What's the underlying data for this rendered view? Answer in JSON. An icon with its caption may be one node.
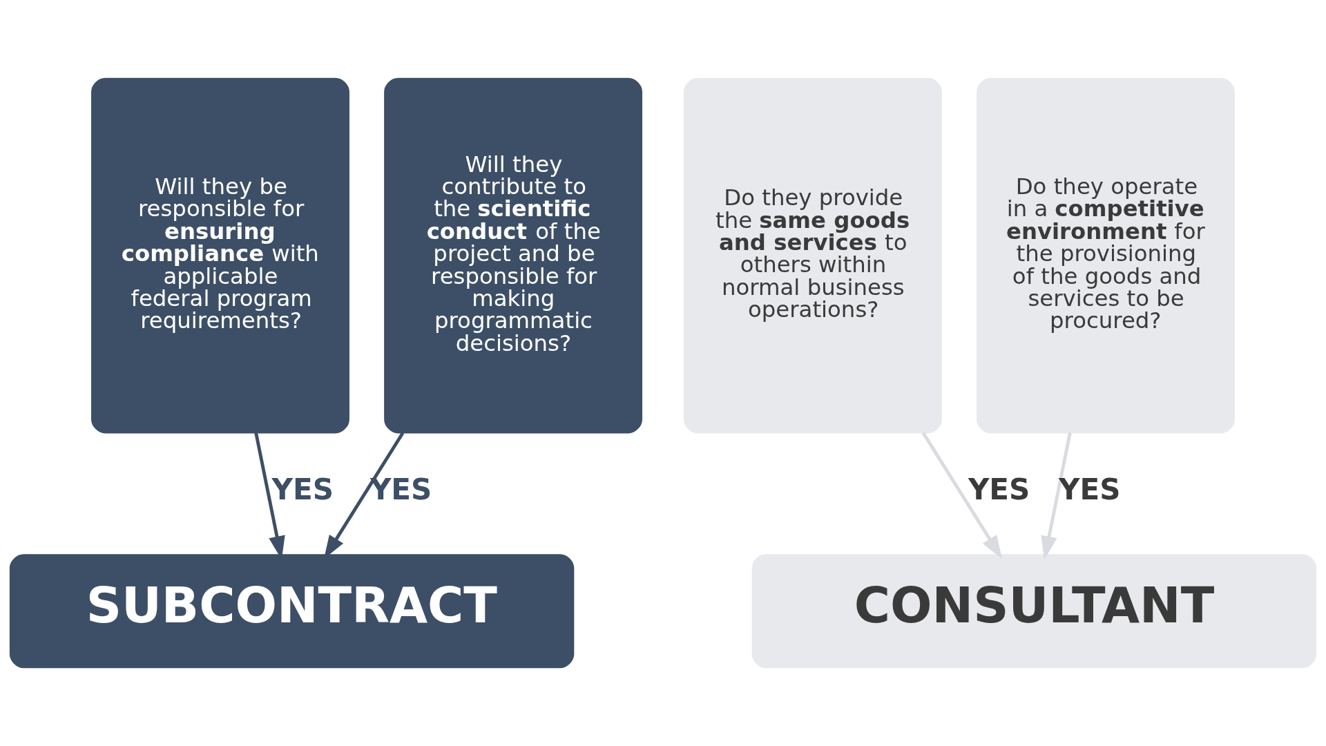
{
  "diagram": {
    "nodes": [
      {
        "text": [
          "Will they be responsible for **ensuring compliance** with applicable federal program requirements?"
        ]
      },
      {
        "text": [
          "Will they contribute to the **scientific conduct** of the project and be responsible for making programmatic decisions?"
        ]
      },
      {
        "text": [
          "Do they provide the **same goods and services** to others within normal business operations?"
        ]
      },
      {
        "text": [
          "Do they operate in a **competitive environment** for the provisioning of the goods and services to be procured?"
        ]
      },
      {
        "text": [
          "SUBCONTRACT"
        ]
      },
      {
        "text": [
          "CONSULTANT"
        ]
      }
    ],
    "edges": [
      {
        "from": 0,
        "to": 4,
        "arrow": "to",
        "label": "YES",
        "color": "#3d4f66"
      },
      {
        "from": 1,
        "to": 4,
        "arrow": "to",
        "label": "YES",
        "color": "#3d4f66"
      },
      {
        "from": 2,
        "to": 5,
        "arrow": "to",
        "label": "YES",
        "color": "#d9dbe0"
      },
      {
        "from": 3,
        "to": 5,
        "arrow": "to",
        "label": "YES",
        "color": "#d9dbe0"
      }
    ]
  }
}
